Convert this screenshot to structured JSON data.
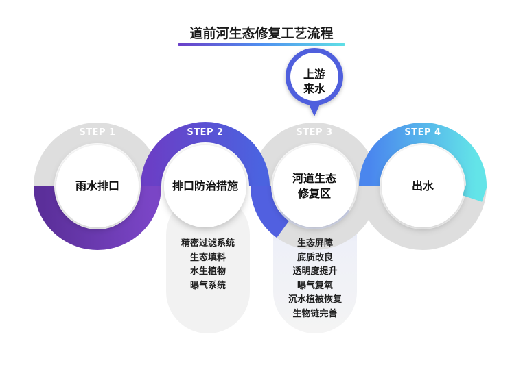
{
  "title": "道前河生态修复工艺流程",
  "source_badge": {
    "line1": "上游",
    "line2": "来水"
  },
  "steps": [
    {
      "label": "STEP 1",
      "node": [
        "雨水排口"
      ],
      "items": []
    },
    {
      "label": "STEP 2",
      "node": [
        "排口防治措施"
      ],
      "items": [
        "精密过滤系统",
        "生态填料",
        "水生植物",
        "曝气系统"
      ]
    },
    {
      "label": "STEP 3",
      "node": [
        "河道生态",
        "修复区"
      ],
      "items": [
        "生态屏障",
        "底质改良",
        "透明度提升",
        "曝气复氧",
        "沉水植被恢复",
        "生物链完善"
      ]
    },
    {
      "label": "STEP 4",
      "node": [
        "出水"
      ],
      "items": []
    }
  ],
  "colors": {
    "purple": "#6f3db5",
    "violet": "#5a4fd8",
    "blue": "#4a8ef0",
    "cyan": "#5fe3e8",
    "ring_gray": "#dcdcdc",
    "panel_gray": "#f2f2f2",
    "step_label_gray": "#ffffff"
  }
}
